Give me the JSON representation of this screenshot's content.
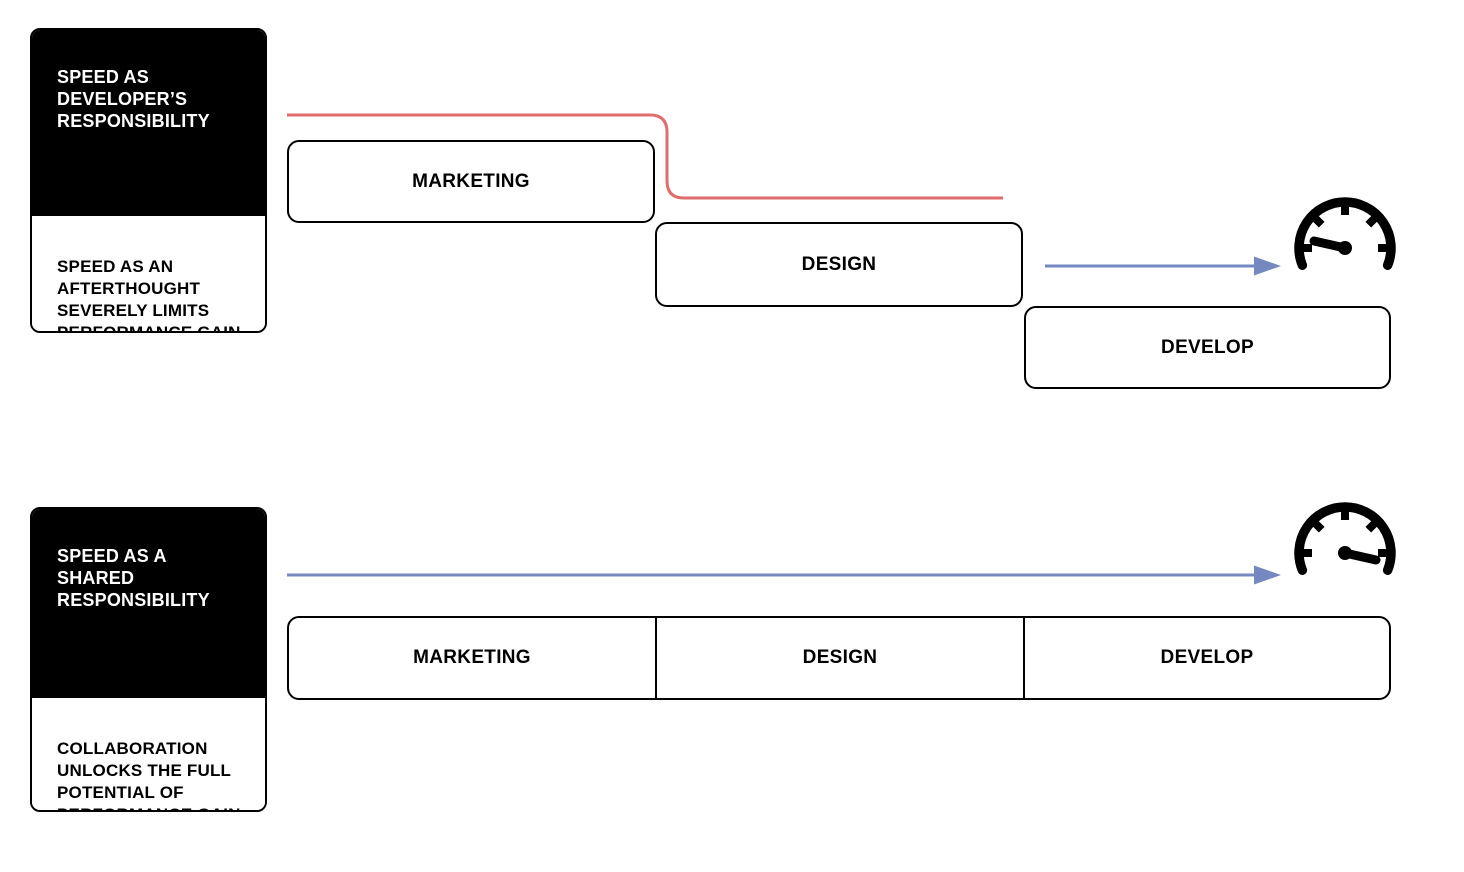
{
  "colors": {
    "red": "#e06d6d",
    "blue": "#7589c0",
    "ink": "#000000",
    "paper": "#ffffff"
  },
  "top_section": {
    "card": {
      "header": "SPEED AS\nDEVELOPER’S\nRESPONSIBILITY",
      "body": "SPEED AS AN\nAFTERTHOUGHT\nSEVERELY LIMITS\nPERFORMANCE GAIN"
    },
    "stages": [
      "MARKETING",
      "DESIGN",
      "DEVELOP"
    ],
    "icons": {
      "handoff_line": "red-step-handoff-line",
      "arrow": "speed-arrow-icon",
      "gauge": "speedometer-needle-low-icon"
    }
  },
  "bottom_section": {
    "card": {
      "header": "SPEED AS A\nSHARED\nRESPONSIBILITY",
      "body": "COLLABORATION\nUNLOCKS THE FULL\nPOTENTIAL OF\nPERFORMANCE GAIN"
    },
    "stages": [
      "MARKETING",
      "DESIGN",
      "DEVELOP"
    ],
    "icons": {
      "arrow": "speed-arrow-icon",
      "gauge": "speedometer-needle-high-icon"
    }
  }
}
